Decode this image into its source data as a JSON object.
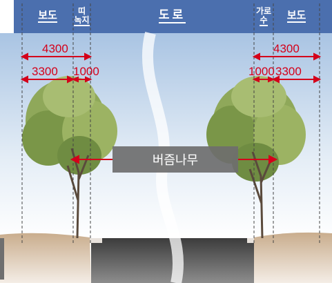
{
  "header": {
    "sidewalk_left": "보도",
    "green_strip_line1": "띠",
    "green_strip_line2": "녹지",
    "road": "도로",
    "street_tree_line1": "가로",
    "street_tree_line2": "수",
    "sidewalk_right": "보도"
  },
  "dimensions": {
    "left_total": "4300",
    "left_sidewalk": "3300",
    "left_strip": "1000",
    "right_total": "4300",
    "right_strip": "1000",
    "right_sidewalk": "3300"
  },
  "tree_label": "버즘나무",
  "colors": {
    "header_bg": "#4b6fae",
    "sky_top": "#b9d1ea",
    "dimension_red": "#d4001a",
    "label_bg": "#6e6e6e",
    "foliage": "#7f9d4a",
    "road": "#4a4a4a"
  }
}
